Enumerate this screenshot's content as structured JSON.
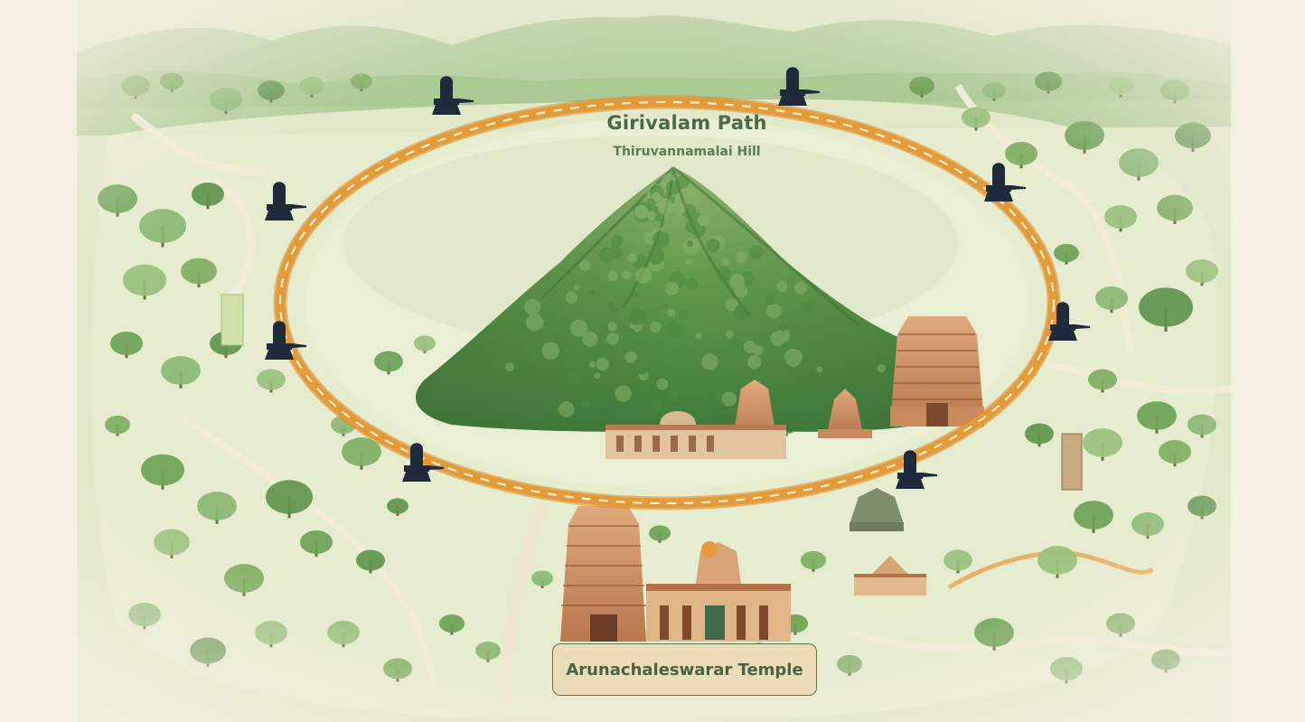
{
  "map": {
    "title": "Girivalam Path",
    "subtitle": "Thiruvannamalai Hill",
    "landmark_label": "Arunachaleswarar Temple",
    "path_color": "#e39a37",
    "path_dash_color": "#fbecd0",
    "hill_color": "#5f9a4a",
    "background_color": "#f5efe2",
    "shrine_icon": "lingam-icon",
    "shrine_color": "#1f2a3a",
    "shrine_count": 8
  }
}
